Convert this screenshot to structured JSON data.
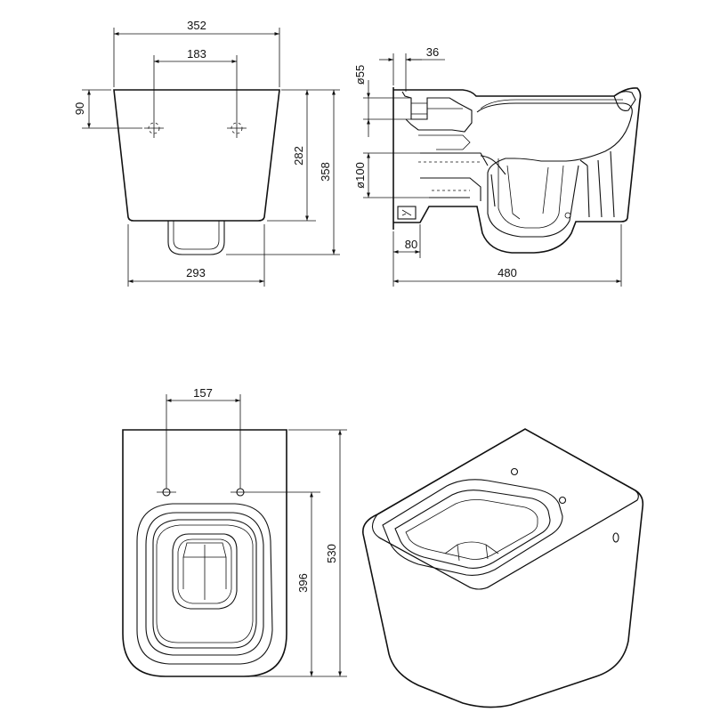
{
  "colors": {
    "line": "#111111",
    "background": "#ffffff"
  },
  "views": {
    "rear": {
      "width_top": "352",
      "fixing_holes": "183",
      "hole_height": "90",
      "width_bottom": "293",
      "height_body": "282",
      "height_total": "358"
    },
    "side": {
      "waste_inlet": "ø55",
      "inlet_offset": "36",
      "outlet_diameter": "ø100",
      "outlet_offset": "80",
      "depth": "480"
    },
    "top": {
      "fixing_holes": "157",
      "hole_to_front": "396",
      "length": "530"
    }
  }
}
